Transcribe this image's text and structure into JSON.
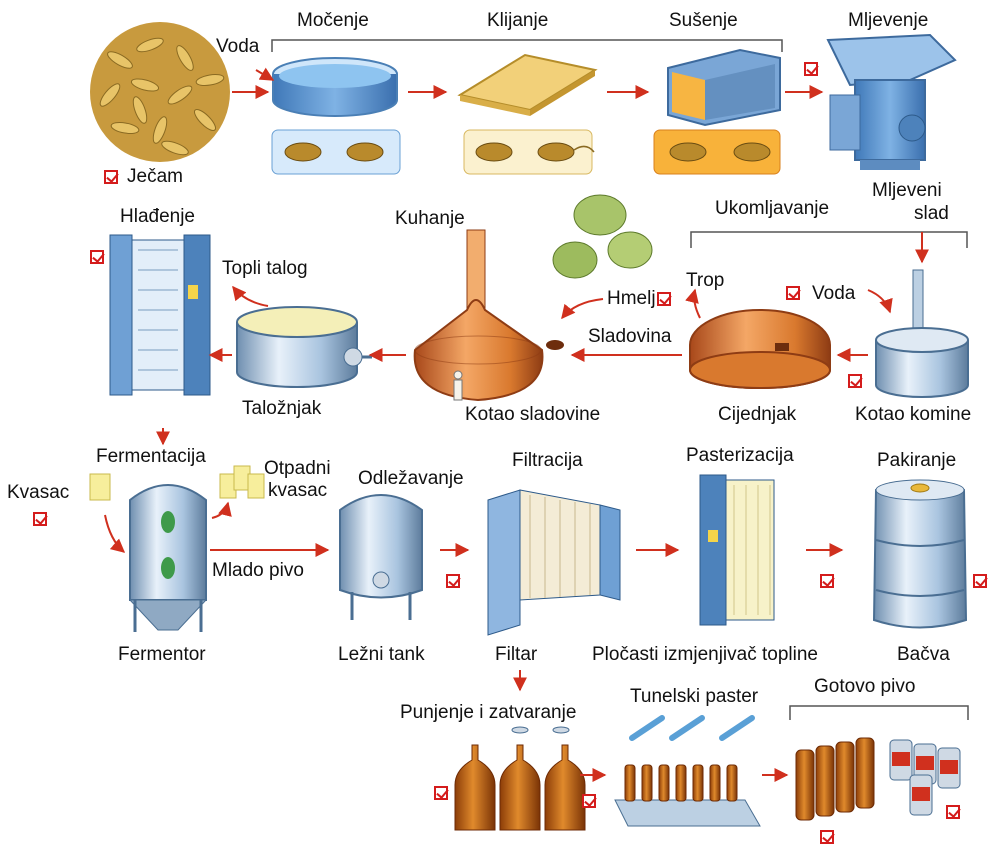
{
  "labels": {
    "voda_top": "Voda",
    "mocenje": "Močenje",
    "klijanje": "Klijanje",
    "susenje": "Sušenje",
    "mljevenje": "Mljevenje",
    "jecam": "Ječam",
    "hladenje": "Hlađenje",
    "kuhanje": "Kuhanje",
    "ukomljavanje": "Ukomljavanje",
    "mljeveni": "Mljeveni",
    "slad": "slad",
    "topli_talog": "Topli talog",
    "hmelj": "Hmelj",
    "trop": "Trop",
    "voda_mid": "Voda",
    "sladovina": "Sladovina",
    "talozhnjak": "Taložnjak",
    "kotao_sladovine": "Kotao sladovine",
    "cijednjak": "Cijednjak",
    "kotao_komine": "Kotao komine",
    "fermentacija": "Fermentacija",
    "otpadni": "Otpadni",
    "kvasac_waste": "kvasac",
    "odlezavanje": "Odležavanje",
    "filtracija": "Filtracija",
    "pasterizacija": "Pasterizacija",
    "pakiranje": "Pakiranje",
    "kvasac": "Kvasac",
    "mlado_pivo": "Mlado pivo",
    "fermentor": "Fermentor",
    "lezni_tank": "Ležni tank",
    "filtar": "Filtar",
    "plocasti": "Pločasti izmjenjivač topline",
    "bacva": "Bačva",
    "punjenje": "Punjenje i zatvaranje",
    "tunelski": "Tunelski paster",
    "gotovo": "Gotovo pivo"
  },
  "colors": {
    "arrow": "#d0301e",
    "check": "#d41c1c",
    "steel": "#a9c4df",
    "copper": "#d9792e",
    "malt": "#e3b54a",
    "beer": "#c8640f"
  }
}
